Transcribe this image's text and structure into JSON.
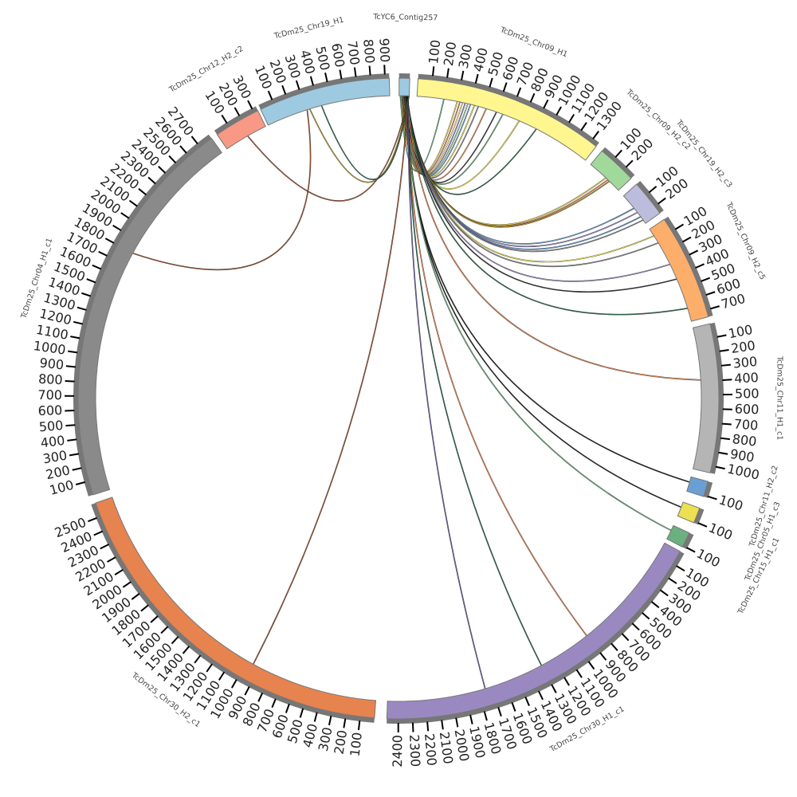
{
  "circos": {
    "type": "circos",
    "tick_interval": 100,
    "units_per_degree": 39,
    "segments": [
      {
        "name": "TcYC6_Contig257",
        "start_angle": 0.1,
        "length": 75,
        "color": "#9ecae1"
      },
      {
        "name": "TcDm25_Chr09_H1",
        "start_angle": 3.5,
        "length": 1350,
        "color": "#fff68f"
      },
      {
        "name": "TcDm25_Chr09_H2_c2",
        "start_angle": 39.4,
        "length": 280,
        "color": "#a1d99b"
      },
      {
        "name": "TcDm25_Chr19_H2_c3",
        "start_angle": 48.0,
        "length": 260,
        "color": "#bcbddc"
      },
      {
        "name": "TcDm25_Chr09_H2_c5",
        "start_angle": 56.0,
        "length": 750,
        "color": "#fdae6b"
      },
      {
        "name": "TcDm25_Chr11_H1_c1",
        "start_angle": 76.5,
        "length": 1050,
        "color": "#b5b5b5"
      },
      {
        "name": "TcDm25_Chr11_H2_c2",
        "start_angle": 105.0,
        "length": 110,
        "color": "#6a9fd4"
      },
      {
        "name": "TcDm25_Chr05_H1_c3",
        "start_angle": 110.0,
        "length": 110,
        "color": "#ece052"
      },
      {
        "name": "TcDm25_Chr15_H1_c1",
        "start_angle": 114.8,
        "length": 110,
        "color": "#6bb07f"
      },
      {
        "name": "TcDm25_Chr30_H1_c1",
        "start_angle": 118.5,
        "length": 2480,
        "color": "#9a89c1"
      },
      {
        "name": "TcDm25_Chr30_H2_c1",
        "start_angle": 184.3,
        "length": 2600,
        "color": "#e6834f"
      },
      {
        "name": "TcDm25_Chr04_H1_c1",
        "start_angle": 252.5,
        "length": 2800,
        "color": "#8a8a8a"
      },
      {
        "name": "TcDm25_Chr12_H2_c2",
        "start_angle": 325.5,
        "length": 330,
        "color": "#f79985"
      },
      {
        "name": "TcDm25_Chr19_H1",
        "start_angle": 334.5,
        "length": 930,
        "color": "#9ecae1"
      }
    ],
    "links": [
      [
        0,
        10,
        1,
        200,
        "#6bb07f"
      ],
      [
        0,
        15,
        1,
        300,
        "#ece052"
      ],
      [
        0,
        20,
        1,
        320,
        "#e6834f"
      ],
      [
        0,
        22,
        1,
        340,
        "#fff68f"
      ],
      [
        0,
        25,
        1,
        360,
        "#9a89c1"
      ],
      [
        0,
        28,
        1,
        380,
        "#a1d99b"
      ],
      [
        0,
        30,
        1,
        400,
        "#6a9fd4"
      ],
      [
        0,
        32,
        1,
        430,
        "#ece052"
      ],
      [
        0,
        35,
        1,
        460,
        "#8a8a8a"
      ],
      [
        0,
        38,
        1,
        520,
        "#e6834f"
      ],
      [
        0,
        40,
        1,
        600,
        "#333333"
      ],
      [
        0,
        42,
        1,
        650,
        "#6bb07f"
      ],
      [
        0,
        44,
        1,
        780,
        "#ece052"
      ],
      [
        0,
        46,
        1,
        920,
        "#2e6b4a"
      ],
      [
        0,
        48,
        2,
        150,
        "#ece052"
      ],
      [
        0,
        49,
        2,
        170,
        "#e6834f"
      ],
      [
        0,
        50,
        2,
        185,
        "#b89b2e"
      ],
      [
        0,
        52,
        3,
        120,
        "#6a9fd4"
      ],
      [
        0,
        53,
        3,
        160,
        "#9a89c1"
      ],
      [
        0,
        54,
        3,
        200,
        "#6a9fd4"
      ],
      [
        0,
        55,
        3,
        230,
        "#8a8a8a"
      ],
      [
        0,
        56,
        4,
        60,
        "#ece052"
      ],
      [
        0,
        57,
        4,
        120,
        "#8a8a8a"
      ],
      [
        0,
        58,
        4,
        300,
        "#9a89c1"
      ],
      [
        0,
        59,
        4,
        420,
        "#333333"
      ],
      [
        0,
        60,
        4,
        650,
        "#2e6b4a"
      ],
      [
        0,
        61,
        5,
        390,
        "#e6834f"
      ],
      [
        0,
        62,
        6,
        40,
        "#222222"
      ],
      [
        0,
        63,
        7,
        40,
        "#222222"
      ],
      [
        0,
        64,
        8,
        40,
        "#6bb07f"
      ],
      [
        0,
        65,
        9,
        900,
        "#e6834f"
      ],
      [
        0,
        66,
        9,
        1300,
        "#2e6b4a"
      ],
      [
        0,
        67,
        9,
        1750,
        "#6a5fa0"
      ],
      [
        0,
        68,
        10,
        950,
        "#a0522d"
      ],
      [
        0,
        70,
        12,
        180,
        "#a0522d"
      ],
      [
        0,
        72,
        13,
        330,
        "#b89b2e"
      ],
      [
        0,
        73,
        13,
        420,
        "#2e6b4a"
      ],
      [
        13,
        310,
        11,
        1800,
        "#a0522d"
      ]
    ]
  }
}
